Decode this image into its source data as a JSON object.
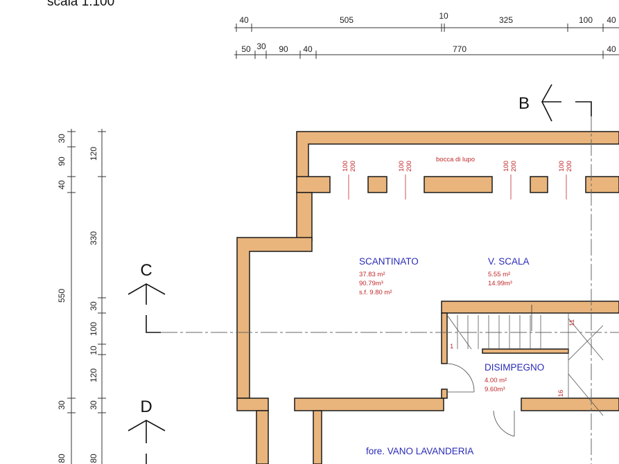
{
  "header": {
    "scale_label": "scala 1:100"
  },
  "dimensions": {
    "top_row1": [
      "40",
      "505",
      "10",
      "325",
      "100",
      "40"
    ],
    "top_row2": [
      "50",
      "30",
      "90",
      "40",
      "770",
      "40"
    ],
    "left_outer": [
      "30",
      "90",
      "40",
      "550",
      "30",
      "80"
    ],
    "left_inner": [
      "120",
      "330",
      "30",
      "100",
      "10",
      "120",
      "30",
      "80"
    ]
  },
  "rooms": {
    "scantinato": {
      "name": "SCANTINATO",
      "lines": [
        "37.83 m²",
        "90.79m³",
        "s.f. 9.80 m²"
      ]
    },
    "vano_scala": {
      "name": "V. SCALA",
      "lines": [
        "5.55 m²",
        "14.99m³"
      ]
    },
    "disimpegno": {
      "name": "DISIMPEGNO",
      "lines": [
        "4.00 m²",
        "9.60m³"
      ]
    },
    "lavanderia": {
      "name": "fore. VANO LAVANDERIA"
    }
  },
  "annotations": {
    "bocca_di_lupo": "bocca di lupo",
    "openings": [
      "100\n200",
      "100\n200",
      "100\n200",
      "100\n200"
    ],
    "stair_top": "11",
    "stair_side": "16",
    "stair_first": "1"
  },
  "sections": {
    "b": "B",
    "c": "C",
    "d": "D"
  },
  "colors": {
    "wall": "#e9b57c",
    "wall_stroke": "#1a1a1a",
    "room_label": "#2a2ab8",
    "area_label": "#c0282a"
  }
}
